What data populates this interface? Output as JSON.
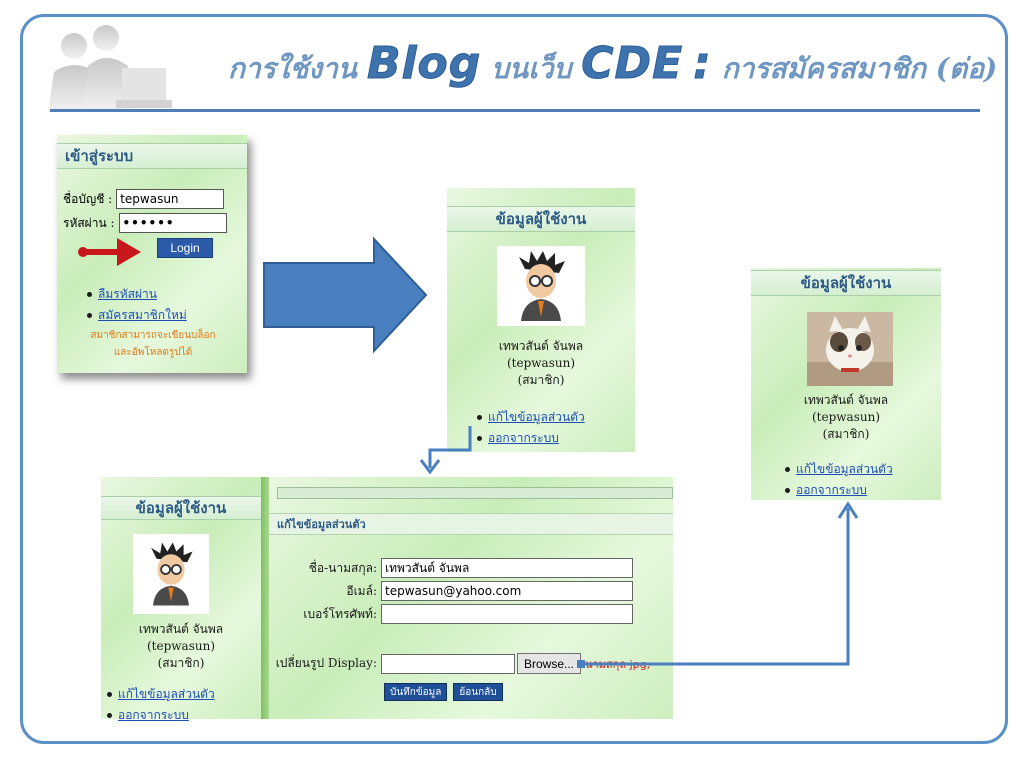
{
  "title": {
    "part1": "การใช้งาน",
    "part2": "Blog",
    "part3": "บนเว็บ",
    "part4": "CDE",
    "part5": ":",
    "part6": "การสมัครสมาชิก (ต่อ)"
  },
  "login": {
    "heading": "เข้าสู่ระบบ",
    "username_label": "ชื่อบัญชี :",
    "username_value": "tepwasun",
    "password_label": "รหัสผ่าน :",
    "password_value": "••••••",
    "button_label": "Login",
    "links": [
      "ลืมรหัสผ่าน",
      "สมัครสมาชิกใหม่"
    ],
    "note_line1": "สมาชิกสามารถจะเขียนบล็อก",
    "note_line2": "และอัพโหลดรูปได้"
  },
  "user_info": {
    "heading": "ข้อมูลผู้ใช้งาน",
    "name": "เทพวสันต์ จันพล",
    "username": "(tepwasun)",
    "role": "(สมาชิก)",
    "links": [
      "แก้ไขข้อมูลส่วนตัว",
      "ออกจากระบบ"
    ]
  },
  "edit_form": {
    "title": "แก้ไขข้อมูลส่วนตัว",
    "name_label": "ชื่อ-นามสกุล:",
    "name_value": "เทพวสันต์ จันพล",
    "email_label": "อีเมล์:",
    "email_value": "tepwasun@yahoo.com",
    "phone_label": "เบอร์โทรศัพท์:",
    "phone_value": "",
    "display_label": "เปลี่ยนรูป Display:",
    "browse_label": "Browse...",
    "hint": "นามสกุล jpg,",
    "save_label": "บันทึกข้อมูล",
    "back_label": "ย้อนกลับ"
  },
  "colors": {
    "accent": "#3f73ad",
    "frame": "#5b8fc7",
    "arrow": "#4a7fbf",
    "red_arrow": "#c8161d",
    "note": "#e07b1a"
  }
}
